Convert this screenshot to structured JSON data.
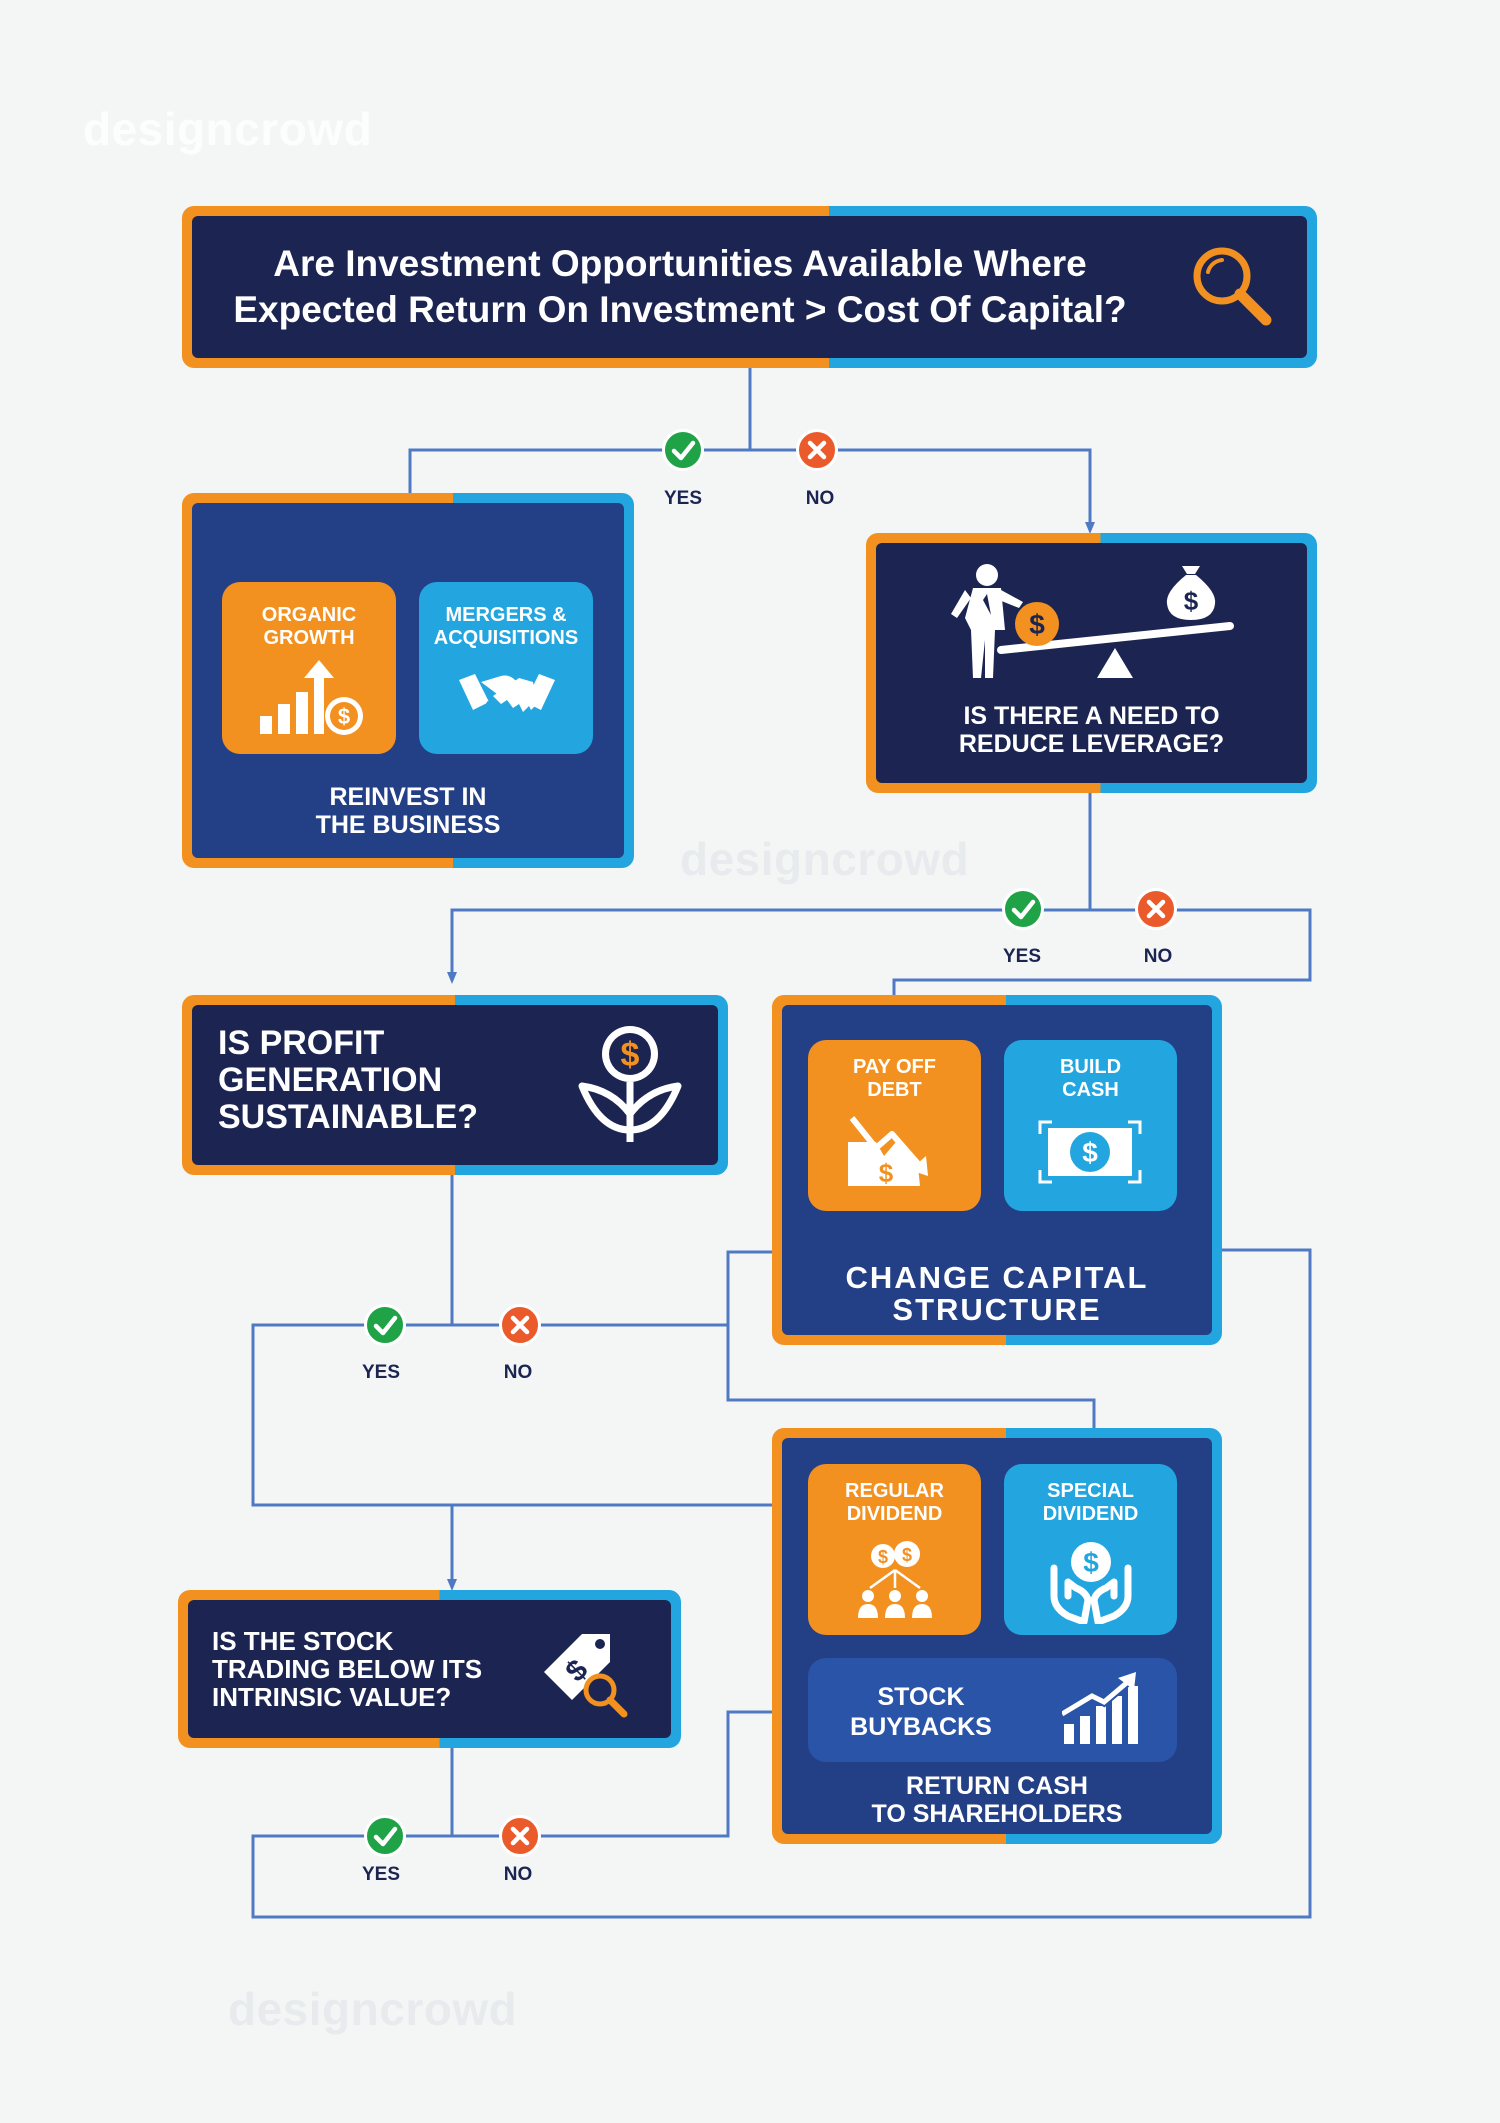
{
  "watermark": "designcrowd",
  "colors": {
    "navy": "#1c2552",
    "royal": "#233f86",
    "orange": "#f29120",
    "sky": "#23a6e0",
    "line": "#4f79c2",
    "yes": "#1fa346",
    "no": "#eb5a2b"
  },
  "top_question": {
    "line1": "Are Investment Opportunities Available Where",
    "line2": "Expected Return On Investment > Cost Of Capital?",
    "icon": "magnifier-icon"
  },
  "reinvest": {
    "organic_growth": "ORGANIC\nGROWTH",
    "mergers": "MERGERS &\nACQUISITIONS",
    "title": "REINVEST IN\nTHE BUSINESS"
  },
  "leverage": {
    "question": "IS THERE A NEED TO\nREDUCE LEVERAGE?",
    "icon": "seesaw-businessman-icon"
  },
  "profit": {
    "question": "IS PROFIT\nGENERATION\nSUSTAINABLE?",
    "icon": "dollar-plant-icon"
  },
  "capital": {
    "pay_off_debt": "PAY OFF\nDEBT",
    "build_cash": "BUILD\nCASH",
    "title": "CHANGE CAPITAL\nSTRUCTURE"
  },
  "stock": {
    "question": "IS THE STOCK\nTRADING BELOW ITS\nINTRINSIC VALUE?",
    "icon": "price-tag-search-icon"
  },
  "return_cash": {
    "regular_dividend": "REGULAR\nDIVIDEND",
    "special_dividend": "SPECIAL\nDIVIDEND",
    "stock_buybacks": "STOCK\nBUYBACKS",
    "title": "RETURN CASH\nTO SHAREHOLDERS"
  },
  "decisions": {
    "yes": "YES",
    "no": "NO"
  }
}
